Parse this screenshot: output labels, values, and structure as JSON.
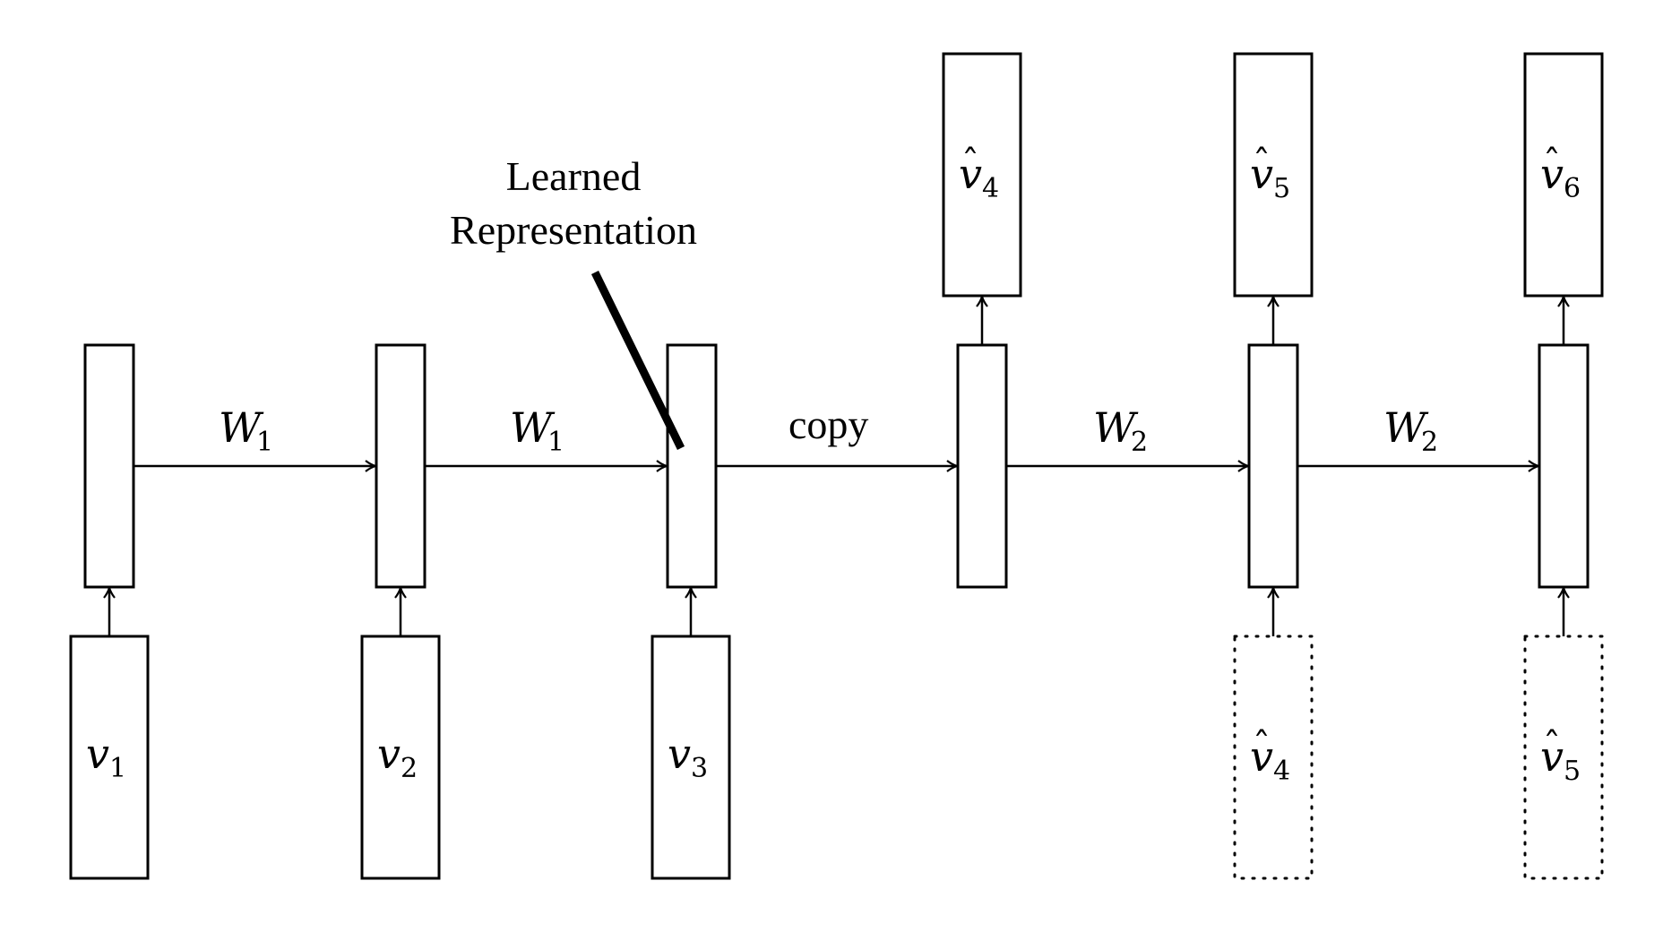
{
  "annotation": {
    "line1": "Learned",
    "line2": "Representation"
  },
  "edges": [
    {
      "from": "hidden-1",
      "to": "hidden-2",
      "label": "W",
      "subscript": "1"
    },
    {
      "from": "hidden-2",
      "to": "hidden-3",
      "label": "W",
      "subscript": "1"
    },
    {
      "from": "hidden-3",
      "to": "hidden-4",
      "label": "copy",
      "subscript": ""
    },
    {
      "from": "hidden-4",
      "to": "hidden-5",
      "label": "W",
      "subscript": "2"
    },
    {
      "from": "hidden-5",
      "to": "hidden-6",
      "label": "W",
      "subscript": "2"
    }
  ],
  "inputs": [
    {
      "label": "v",
      "subscript": "1",
      "hat": false,
      "dotted": false
    },
    {
      "label": "v",
      "subscript": "2",
      "hat": false,
      "dotted": false
    },
    {
      "label": "v",
      "subscript": "3",
      "hat": false,
      "dotted": false
    },
    {
      "label": "v",
      "subscript": "4",
      "hat": true,
      "dotted": true
    },
    {
      "label": "v",
      "subscript": "5",
      "hat": true,
      "dotted": true
    }
  ],
  "outputs": [
    {
      "label": "v",
      "subscript": "4",
      "hat": true
    },
    {
      "label": "v",
      "subscript": "5",
      "hat": true
    },
    {
      "label": "v",
      "subscript": "6",
      "hat": true
    }
  ],
  "hidden_count": 6
}
